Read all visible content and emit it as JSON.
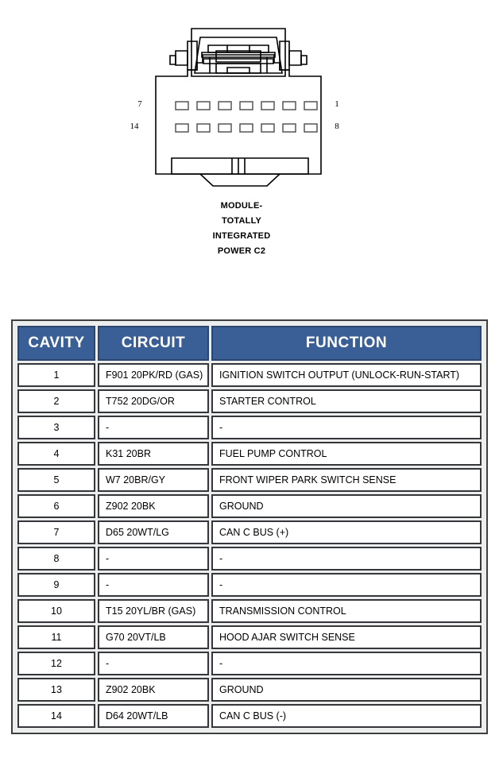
{
  "figure": {
    "name": "connector-diagram",
    "caption_lines": [
      "MODULE-",
      "TOTALLY",
      "INTEGRATED",
      "POWER C2"
    ],
    "pin_labels": {
      "left_top": "7",
      "left_bottom": "14",
      "right_top": "1",
      "right_bottom": "8"
    },
    "cavity_columns": 7,
    "cavity_rows": 2,
    "line_color": "#000000"
  },
  "table": {
    "header_bg": "#3a5f96",
    "header_text_color": "#ffffff",
    "border_color": "#35373a",
    "frame_bg": "#eceded",
    "headers": [
      "CAVITY",
      "CIRCUIT",
      "FUNCTION"
    ],
    "rows": [
      {
        "cavity": "1",
        "circuit": "F901 20PK/RD (GAS)",
        "function": "IGNITION SWITCH OUTPUT (UNLOCK-RUN-START)"
      },
      {
        "cavity": "2",
        "circuit": "T752 20DG/OR",
        "function": "STARTER CONTROL"
      },
      {
        "cavity": "3",
        "circuit": "-",
        "function": "-"
      },
      {
        "cavity": "4",
        "circuit": "K31 20BR",
        "function": "FUEL PUMP CONTROL"
      },
      {
        "cavity": "5",
        "circuit": "W7 20BR/GY",
        "function": "FRONT WIPER PARK SWITCH SENSE"
      },
      {
        "cavity": "6",
        "circuit": "Z902 20BK",
        "function": "GROUND"
      },
      {
        "cavity": "7",
        "circuit": "D65 20WT/LG",
        "function": "CAN C BUS (+)"
      },
      {
        "cavity": "8",
        "circuit": "-",
        "function": "-"
      },
      {
        "cavity": "9",
        "circuit": "-",
        "function": "-"
      },
      {
        "cavity": "10",
        "circuit": "T15 20YL/BR (GAS)",
        "function": "TRANSMISSION CONTROL"
      },
      {
        "cavity": "11",
        "circuit": "G70 20VT/LB",
        "function": "HOOD AJAR SWITCH SENSE"
      },
      {
        "cavity": "12",
        "circuit": "-",
        "function": "-"
      },
      {
        "cavity": "13",
        "circuit": "Z902 20BK",
        "function": "GROUND"
      },
      {
        "cavity": "14",
        "circuit": "D64 20WT/LB",
        "function": "CAN C BUS (-)"
      }
    ]
  }
}
